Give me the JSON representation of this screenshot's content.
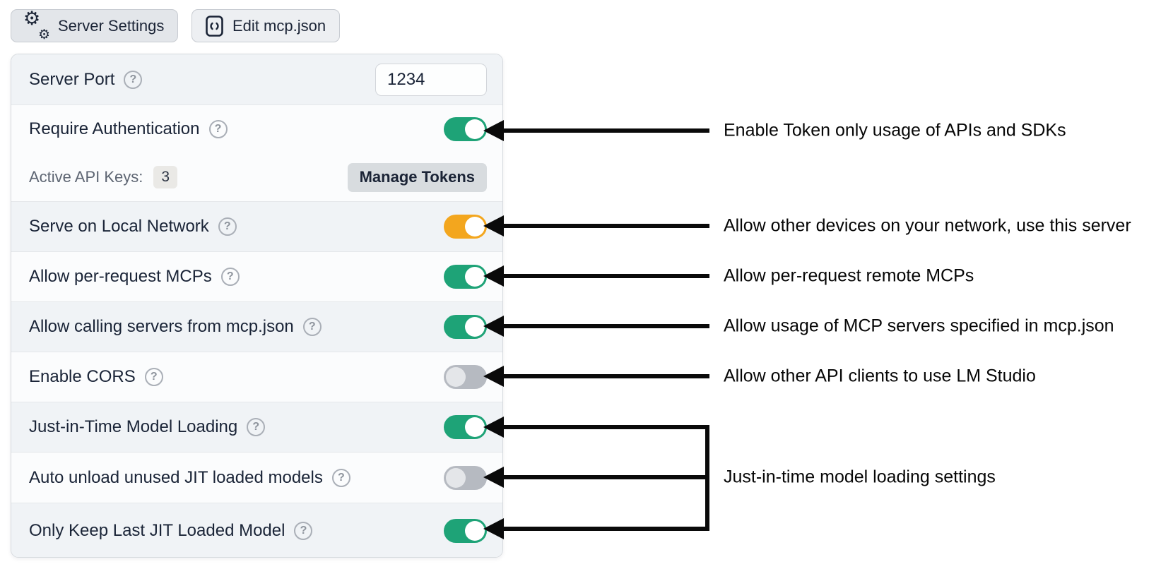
{
  "toolbar": {
    "buttons": [
      {
        "label": "Server Settings",
        "icon": "gears-icon",
        "active": true
      },
      {
        "label": "Edit mcp.json",
        "icon": "code-file-icon",
        "active": false
      }
    ]
  },
  "panel": {
    "help_glyph": "?",
    "rows": [
      {
        "label": "Server Port",
        "control": "input",
        "value": "1234"
      },
      {
        "label": "Require Authentication",
        "control": "toggle",
        "state": "on",
        "color": "green"
      },
      {
        "label": "Serve on Local Network",
        "control": "toggle",
        "state": "on",
        "color": "orange"
      },
      {
        "label": "Allow per-request MCPs",
        "control": "toggle",
        "state": "on",
        "color": "green"
      },
      {
        "label": "Allow calling servers from mcp.json",
        "control": "toggle",
        "state": "on",
        "color": "green"
      },
      {
        "label": "Enable CORS",
        "control": "toggle",
        "state": "off",
        "color": "gray"
      },
      {
        "label": "Just-in-Time Model Loading",
        "control": "toggle",
        "state": "on",
        "color": "green"
      },
      {
        "label": "Auto unload unused JIT loaded models",
        "control": "toggle",
        "state": "off",
        "color": "gray"
      },
      {
        "label": "Only Keep Last JIT Loaded Model",
        "control": "toggle",
        "state": "on",
        "color": "green"
      }
    ],
    "api_keys": {
      "label": "Active API Keys:",
      "count": "3",
      "manage_button": "Manage Tokens"
    }
  },
  "annotations": [
    {
      "text": "Enable Token only usage of APIs and SDKs",
      "target": "Require Authentication"
    },
    {
      "text": "Allow other devices on your network, use this server",
      "target": "Serve on Local Network"
    },
    {
      "text": "Allow per-request remote MCPs",
      "target": "Allow per-request MCPs"
    },
    {
      "text": "Allow usage of MCP servers specified in mcp.json",
      "target": "Allow calling servers from mcp.json"
    },
    {
      "text": "Allow other API clients to use LM Studio",
      "target": "Enable CORS"
    },
    {
      "text": "Just-in-time model loading settings",
      "target": "JIT group (3 toggles)"
    }
  ],
  "colors": {
    "toggle_on_green": "#1ea377",
    "toggle_on_orange": "#f3a61e",
    "toggle_off": "#b6bac1",
    "row_shade": "#f0f3f6",
    "row_light": "#fbfcfd",
    "annotation_ink": "#0a0a0a"
  }
}
